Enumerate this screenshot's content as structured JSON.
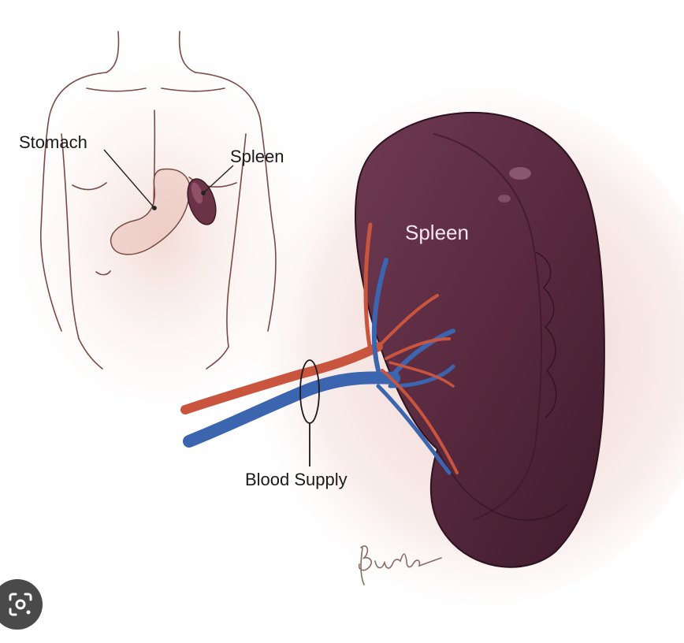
{
  "labels": {
    "stomach": "Stomach",
    "spleen_small": "Spleen",
    "spleen_main": "Spleen",
    "blood_supply": "Blood Supply"
  },
  "signature": "Burke",
  "icons": {
    "visual_search": "visual-search-lens-icon"
  },
  "colors": {
    "skin_outline": "#7a4a46",
    "skin_tint": "#f3ddd6",
    "spleen_body": "#5a2b3f",
    "spleen_dark": "#3c1a2a",
    "artery": "#c9553f",
    "vein": "#3c65b0",
    "button_bg": "#4a4a4a"
  }
}
